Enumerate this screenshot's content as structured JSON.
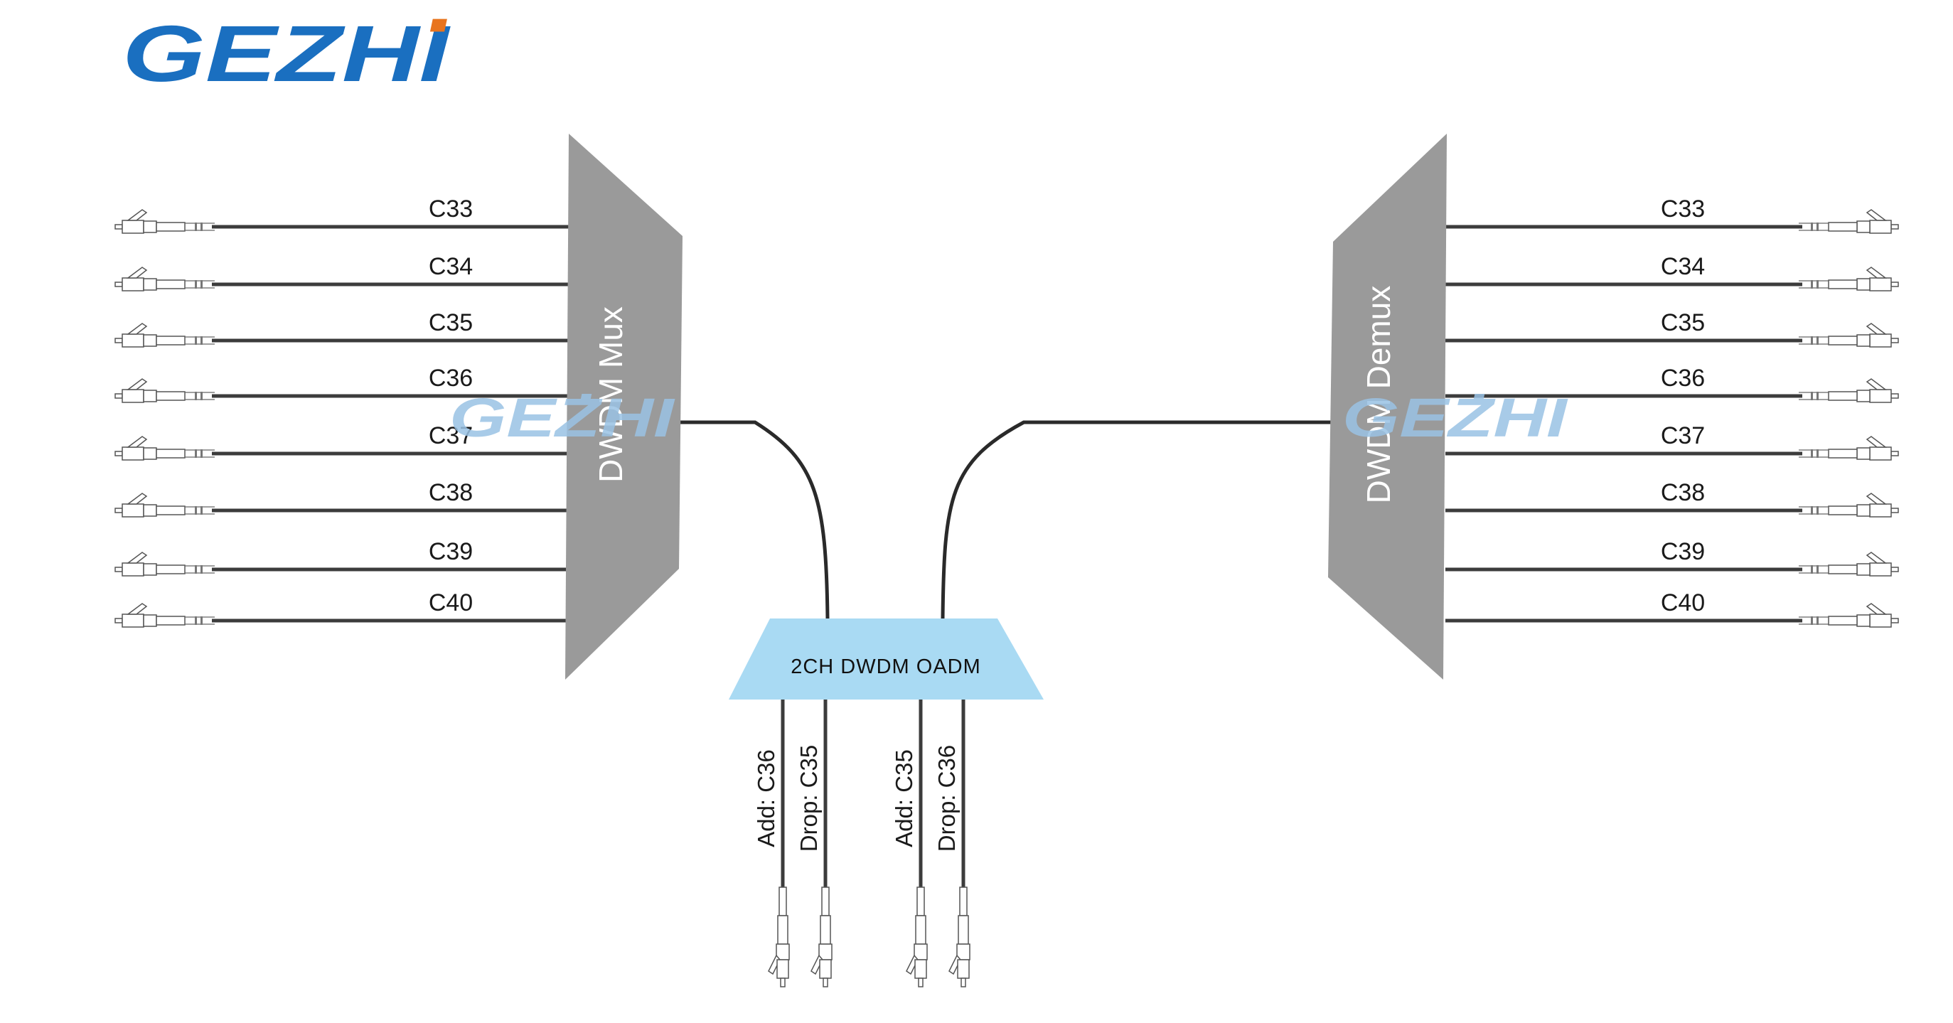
{
  "brand": {
    "name": "GEZHI",
    "color": "#1a6fc0",
    "accent": "#e8741e",
    "watermark_color": "#9ac3e4"
  },
  "mux": {
    "label": "DWDM Mux",
    "color": "#9a9a9a"
  },
  "demux": {
    "label": "DWDM Demux",
    "color": "#9a9a9a"
  },
  "oadm": {
    "label": "2CH DWDM OADM",
    "color": "#a9daf3"
  },
  "channels": [
    "C33",
    "C34",
    "C35",
    "C36",
    "C37",
    "C38",
    "C39",
    "C40"
  ],
  "oadm_ports": [
    "Add: C36",
    "Drop: C35",
    "Add: C35",
    "Drop: C36"
  ],
  "fiber_color": "#3c3c3c"
}
